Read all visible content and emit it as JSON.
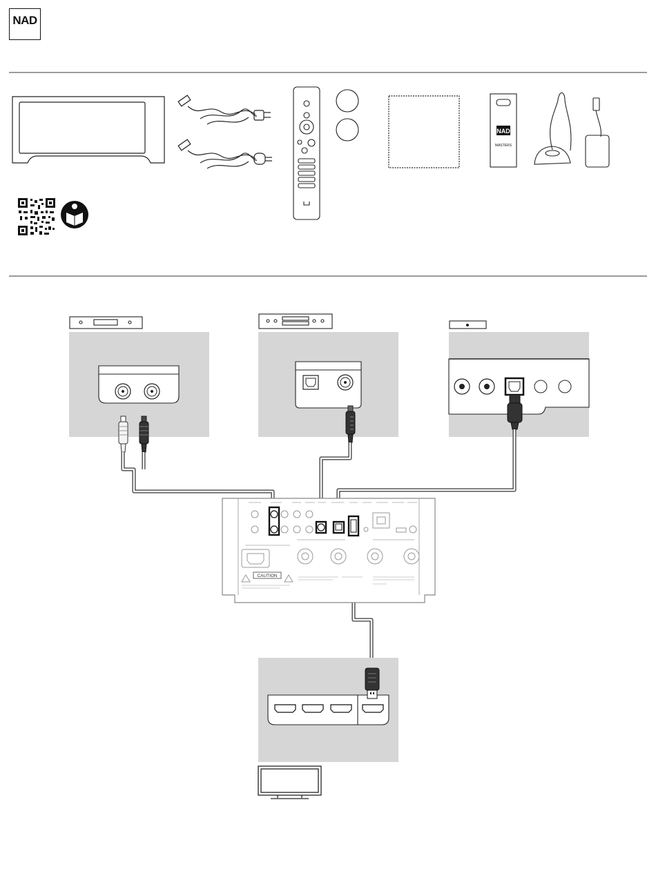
{
  "brand": {
    "logo_text": "NAD"
  },
  "accessories": {
    "sticker_logo": "NAD",
    "sticker_text": "MASTERS"
  },
  "amplifier": {
    "caution_label": "CAUTION"
  },
  "colors": {
    "panel_gray": "#d6d6d6",
    "cable_dark": "#333333",
    "rule_gray": "#9a9a9a"
  },
  "icons": [
    "qr-code-icon",
    "read-manual-icon",
    "tv-icon",
    "remote-control-icon",
    "hdmi-port-icon",
    "optical-port-icon",
    "rca-port-icon"
  ]
}
